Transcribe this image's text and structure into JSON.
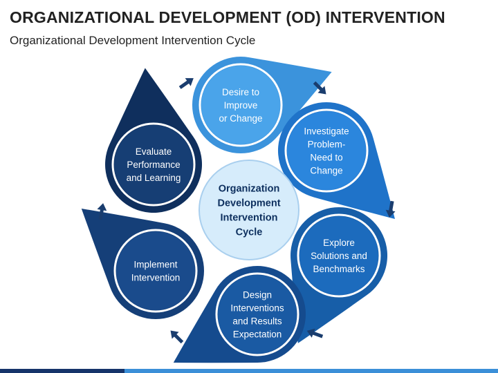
{
  "header": {
    "title": "ORGANIZATIONAL DEVELOPMENT (OD) INTERVENTION",
    "subtitle": "Organizational Development Intervention Cycle"
  },
  "center": {
    "lines": [
      "Organization",
      "Development",
      "Intervention",
      "Cycle"
    ]
  },
  "nodes": [
    {
      "lines": [
        "Desire to",
        "Improve",
        "or Change"
      ],
      "color": "#3b93dc",
      "inner": "#4aa4ea"
    },
    {
      "lines": [
        "Investigate",
        "Problem-",
        "Need to",
        "Change"
      ],
      "color": "#1f73c9",
      "inner": "#2b86dd"
    },
    {
      "lines": [
        "Explore",
        "Solutions and",
        "Benchmarks"
      ],
      "color": "#175ea8",
      "inner": "#1c6bbd"
    },
    {
      "lines": [
        "Design",
        "Interventions",
        "and Results",
        "Expectation"
      ],
      "color": "#154b8e",
      "inner": "#1a5aa3"
    },
    {
      "lines": [
        "Implement",
        "Intervention"
      ],
      "color": "#153f78",
      "inner": "#1a4b8c"
    },
    {
      "lines": [
        "Evaluate",
        "Performance",
        "and Learning"
      ],
      "color": "#0f2f5d",
      "inner": "#163e74"
    }
  ],
  "colors": {
    "arrow": "#1a3d6e",
    "center_fill": "#d6ecfb",
    "center_stroke": "#a9cfee",
    "ring": "#ffffff",
    "footer_dark": "#16346a",
    "footer_light": "#3b8fd8"
  }
}
